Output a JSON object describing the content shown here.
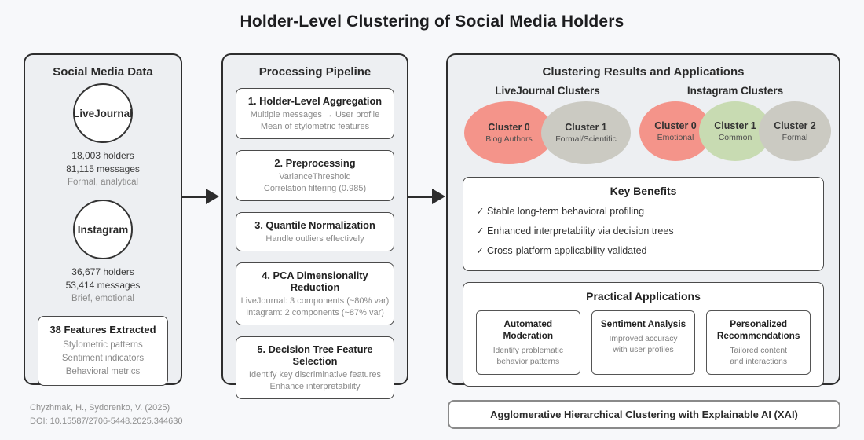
{
  "title": "Holder-Level Clustering of Social Media Holders",
  "colors": {
    "page_bg": "#f7f8fa",
    "panel_bg": "#edeff2",
    "panel_border": "#2e2e2e",
    "box_border": "#4a4a4a",
    "cluster_salmon": "#f4948a",
    "cluster_green": "#c8dbb2",
    "cluster_gray": "#cbcac2",
    "arrow": "#2d2d2d"
  },
  "social_panel": {
    "title": "Social Media Data",
    "sources": [
      {
        "name": "LiveJournal",
        "holders": "18,003 holders",
        "messages": "81,115 messages",
        "style": "Formal, analytical"
      },
      {
        "name": "Instagram",
        "holders": "36,677 holders",
        "messages": "53,414 messages",
        "style": "Brief, emotional"
      }
    ],
    "features_box": {
      "title": "38 Features Extracted",
      "items": [
        "Stylometric patterns",
        "Sentiment indicators",
        "Behavioral metrics"
      ]
    }
  },
  "pipeline_panel": {
    "title": "Processing Pipeline",
    "steps": [
      {
        "title": "1. Holder-Level Aggregation",
        "lines": [
          "Multiple messages → User profile",
          "Mean of stylometric features"
        ]
      },
      {
        "title": "2. Preprocessing",
        "lines": [
          "VarianceThreshold",
          "Correlation filtering (0.985)"
        ]
      },
      {
        "title": "3. Quantile Normalization",
        "lines": [
          "Handle outliers effectively"
        ]
      },
      {
        "title": "4. PCA Dimensionality Reduction",
        "lines": [
          "LiveJournal: 3 components (~80% var)",
          "Intagram: 2 components (~87% var)"
        ]
      },
      {
        "title": "5. Decision Tree Feature Selection",
        "lines": [
          "Identify key discriminative features",
          "Enhance interpretability"
        ]
      }
    ]
  },
  "results_panel": {
    "title": "Clustering Results and Applications",
    "cluster_groups": [
      {
        "title": "LiveJournal Clusters",
        "clusters": [
          {
            "name": "Cluster 0",
            "label": "Blog Authors",
            "color": "#f4948a"
          },
          {
            "name": "Cluster 1",
            "label": "Formal/Scientific",
            "color": "#cbcac2"
          }
        ]
      },
      {
        "title": "Instagram Clusters",
        "clusters": [
          {
            "name": "Cluster 0",
            "label": "Emotional",
            "color": "#f4948a"
          },
          {
            "name": "Cluster 1",
            "label": "Common",
            "color": "#c8dbb2"
          },
          {
            "name": "Cluster 2",
            "label": "Formal",
            "color": "#cbcac2"
          }
        ]
      }
    ],
    "key_benefits": {
      "title": "Key Benefits",
      "items": [
        "✓ Stable long-term behavioral profiling",
        "✓ Enhanced interpretability via decision trees",
        "✓ Cross-platform applicability validated"
      ]
    },
    "practical_applications": {
      "title": "Practical Applications",
      "cards": [
        {
          "title": "Automated Moderation",
          "desc_line1": "Identify problematic",
          "desc_line2": "behavior patterns"
        },
        {
          "title": "Sentiment Analysis",
          "desc_line1": "Improved accuracy",
          "desc_line2": "with user profiles"
        },
        {
          "title": "Personalized Recommendations",
          "desc_line1": "Tailored content",
          "desc_line2": "and interactions"
        }
      ]
    }
  },
  "method_banner": "Agglomerative Hierarchical Clustering with Explainable AI (XAI)",
  "citation": {
    "authors": "Chyzhmak, H., Sydorenko, V. (2025)",
    "doi": "DOI: 10.15587/2706-5448.2025.344630"
  }
}
